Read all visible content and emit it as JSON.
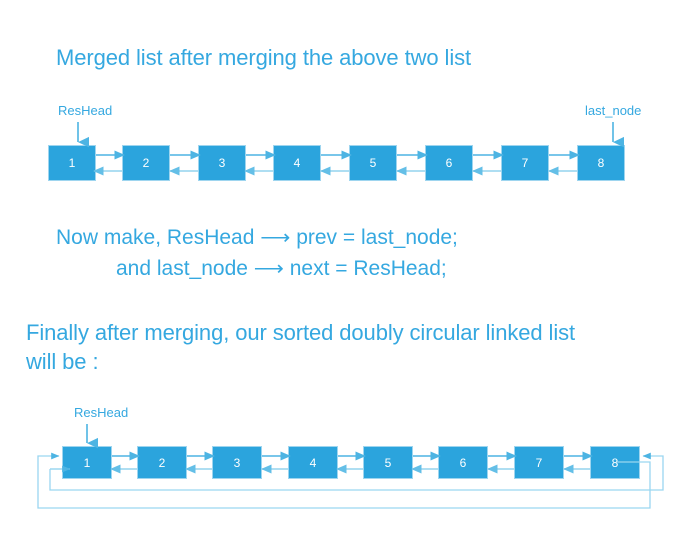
{
  "colors": {
    "accent": "#35a8e0",
    "node_fill": "#2ba4dd",
    "node_text": "#ffffff",
    "link": "#4db4e3",
    "link_pale": "#93d3ee",
    "wrap_link": "#9ad6f0",
    "background": "#ffffff"
  },
  "headings": {
    "merged": "Merged list after merging the above two list",
    "finally": "Finally after merging, our sorted doubly circular linked list will be :"
  },
  "equations": {
    "line1": "Now make,  ResHead ⟶ prev = last_node;",
    "line2": "and  last_node ⟶ next = ResHead;",
    "line1_parts": {
      "prefix": "Now make,",
      "lhs": "ResHead",
      "arrow": "⟶",
      "rhs": "prev = last_node;"
    },
    "line2_parts": {
      "prefix": "and",
      "lhs": "last_node",
      "arrow": "⟶",
      "rhs": "next = ResHead;"
    }
  },
  "pointers": {
    "reshead_top": "ResHead",
    "lastnode_top": "last_node",
    "reshead_bottom": "ResHead"
  },
  "lists": {
    "merged_linear": {
      "nodes": [
        "1",
        "2",
        "3",
        "4",
        "5",
        "6",
        "7",
        "8"
      ],
      "head_pointer": "ResHead",
      "tail_pointer": "last_node",
      "doubly_linked": true,
      "circular": false
    },
    "merged_circular": {
      "nodes": [
        "1",
        "2",
        "3",
        "4",
        "5",
        "6",
        "7",
        "8"
      ],
      "head_pointer": "ResHead",
      "doubly_linked": true,
      "circular": true
    }
  },
  "diagram": {
    "type": "doubly-circular-linked-list",
    "node_count": 8
  }
}
